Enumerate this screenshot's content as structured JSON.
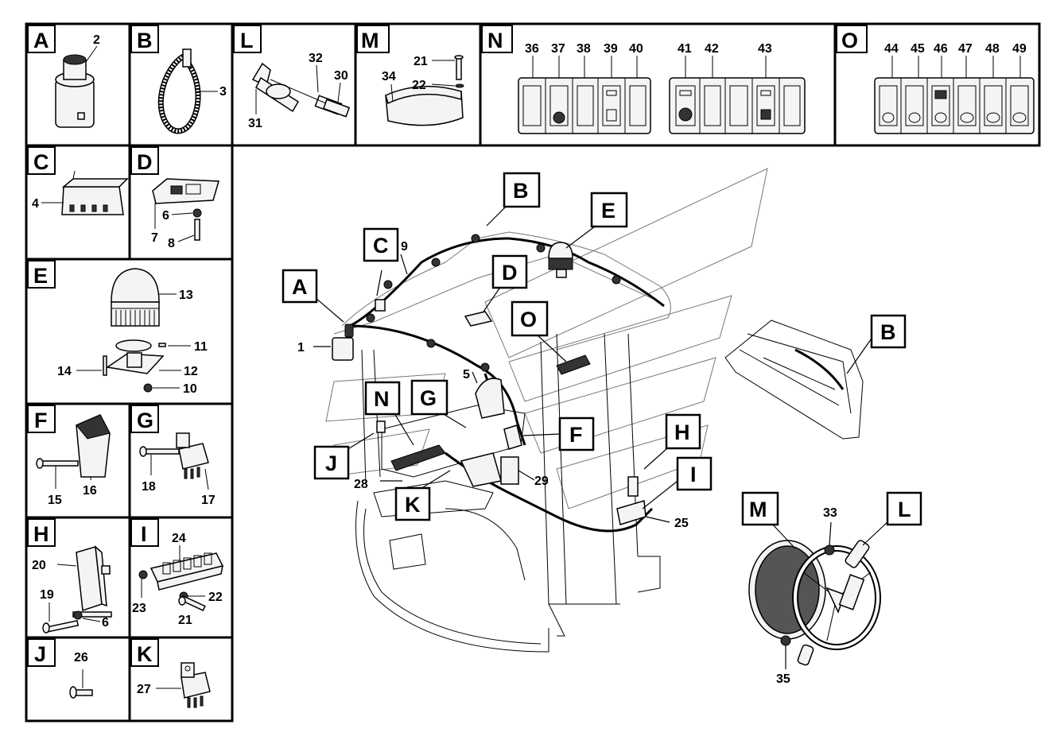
{
  "panels": {
    "A": {
      "letter": "A",
      "parts": [
        "2"
      ]
    },
    "B": {
      "letter": "B",
      "parts": [
        "3"
      ]
    },
    "L": {
      "letter": "L",
      "parts": [
        "32",
        "30",
        "31"
      ]
    },
    "M": {
      "letter": "M",
      "parts": [
        "21",
        "22",
        "34"
      ]
    },
    "N": {
      "letter": "N",
      "parts": [
        "36",
        "37",
        "38",
        "39",
        "40",
        "41",
        "42",
        "43"
      ]
    },
    "O": {
      "letter": "O",
      "parts": [
        "44",
        "45",
        "46",
        "47",
        "48",
        "49"
      ]
    },
    "C": {
      "letter": "C",
      "parts": [
        "4"
      ]
    },
    "D": {
      "letter": "D",
      "parts": [
        "6",
        "7",
        "8"
      ]
    },
    "E": {
      "letter": "E",
      "parts": [
        "13",
        "11",
        "14",
        "12",
        "10"
      ]
    },
    "F": {
      "letter": "F",
      "parts": [
        "15",
        "16"
      ]
    },
    "G": {
      "letter": "G",
      "parts": [
        "18",
        "17"
      ]
    },
    "H": {
      "letter": "H",
      "parts": [
        "20",
        "19",
        "6"
      ]
    },
    "I": {
      "letter": "I",
      "parts": [
        "24",
        "23",
        "22",
        "21"
      ]
    },
    "J": {
      "letter": "J",
      "parts": [
        "26"
      ]
    },
    "K": {
      "letter": "K",
      "parts": [
        "27"
      ]
    }
  },
  "main": {
    "callouts": [
      "A",
      "B",
      "C",
      "D",
      "E",
      "O",
      "N",
      "G",
      "F",
      "J",
      "K",
      "H",
      "I",
      "B",
      "M",
      "L"
    ],
    "parts": [
      "1",
      "9",
      "5",
      "28",
      "29",
      "25",
      "33",
      "35"
    ]
  }
}
